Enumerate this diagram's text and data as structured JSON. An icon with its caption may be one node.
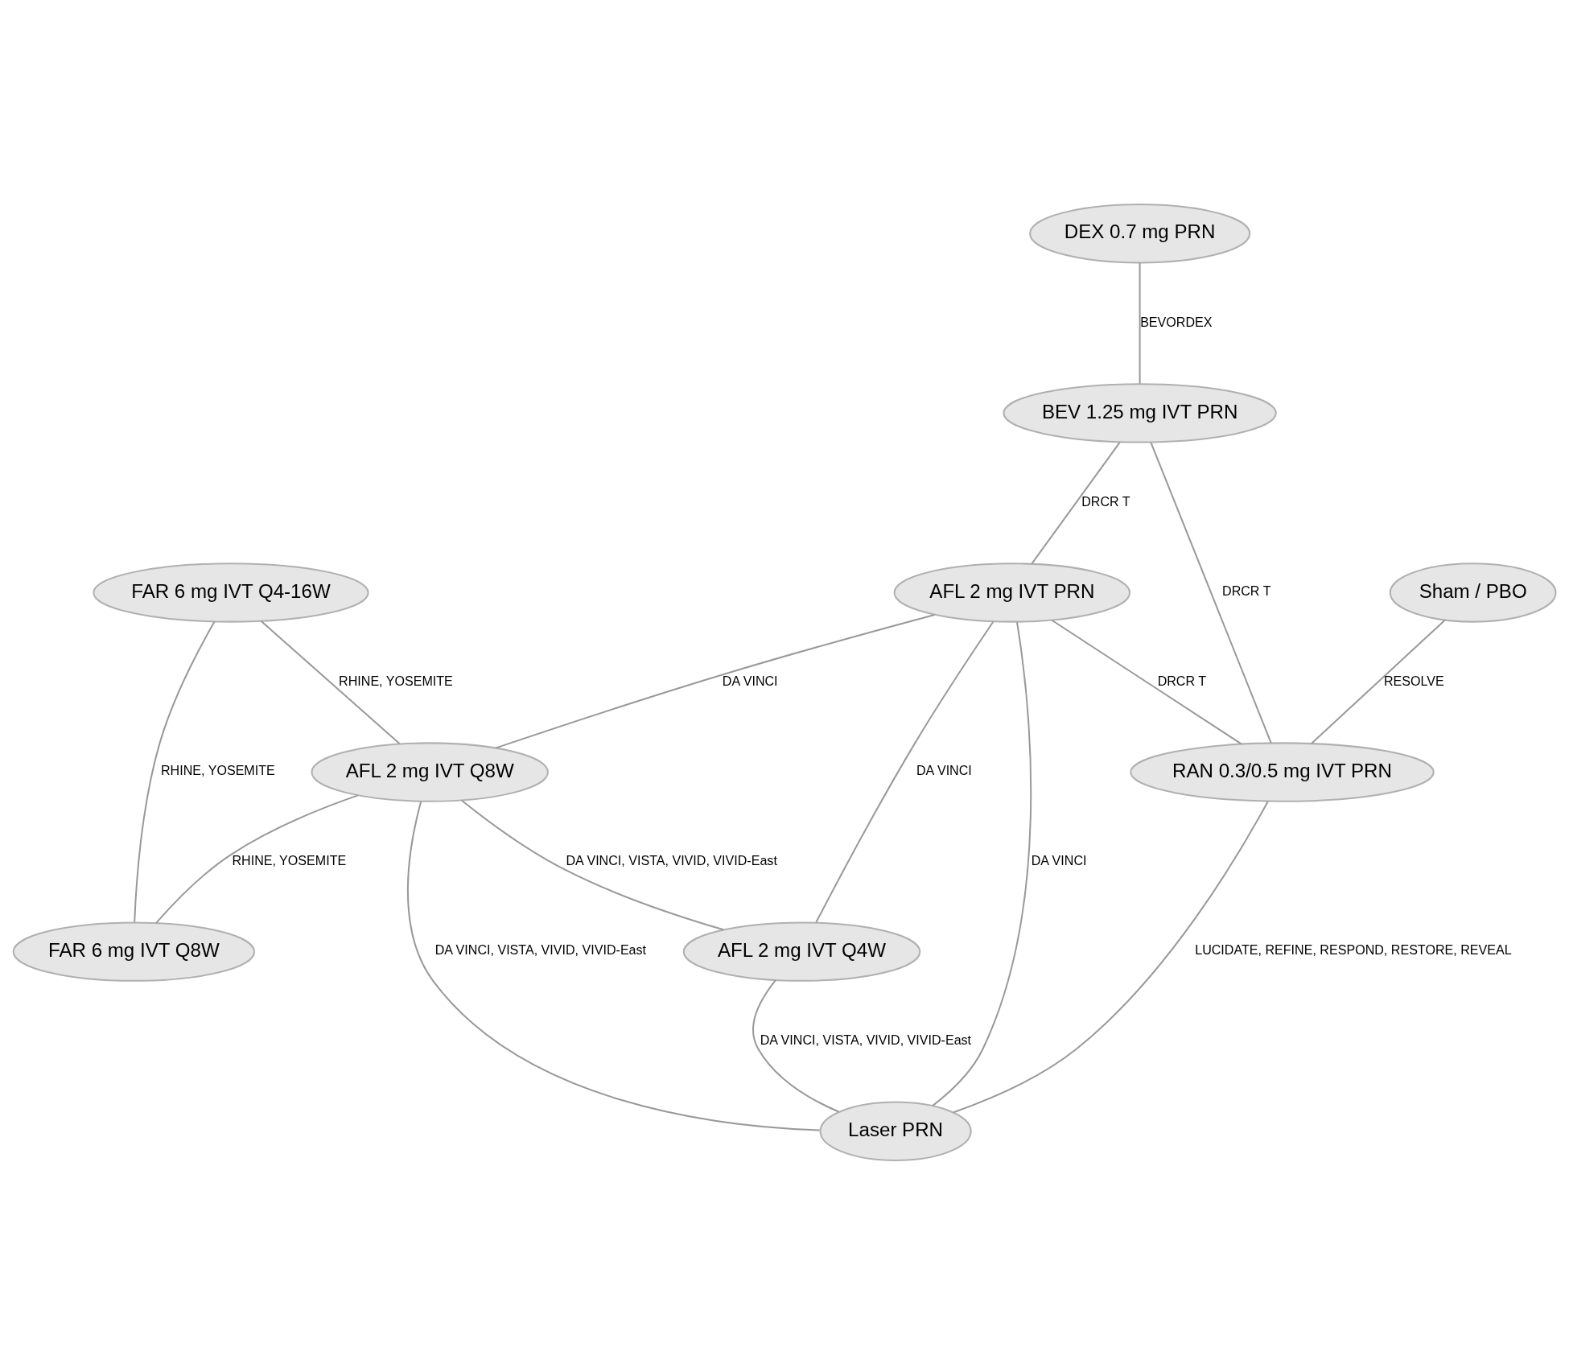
{
  "diagram": {
    "nodes": [
      {
        "text": [
          "DEX 0.7 mg PRN"
        ]
      },
      {
        "text": [
          "Sham / PBO"
        ]
      },
      {
        "text": [
          "BEV 1.25 mg IVT PRN"
        ]
      },
      {
        "text": [
          "AFL 2 mg IVT PRN"
        ]
      },
      {
        "text": [
          "FAR 6 mg IVT Q4-16W"
        ]
      },
      {
        "text": [
          "RAN 0.3/0.5 mg IVT PRN"
        ]
      },
      {
        "text": [
          "AFL 2 mg IVT Q8W"
        ]
      },
      {
        "text": [
          "AFL 2 mg IVT Q4W"
        ]
      },
      {
        "text": [
          "FAR 6 mg IVT Q8W"
        ]
      },
      {
        "text": [
          "Laser PRN"
        ]
      }
    ],
    "edges": [
      {
        "from": 0,
        "to": 2,
        "arrow": "none",
        "label": "BEVORDEX"
      },
      {
        "from": 1,
        "to": 5,
        "arrow": "none",
        "label": "RESOLVE"
      },
      {
        "from": 2,
        "to": 3,
        "arrow": "none",
        "label": "DRCR T"
      },
      {
        "from": 2,
        "to": 5,
        "arrow": "none",
        "label": "DRCR T"
      },
      {
        "from": 3,
        "to": 5,
        "arrow": "none",
        "label": "DRCR T"
      },
      {
        "from": 3,
        "to": 6,
        "arrow": "none",
        "label": "DA VINCI"
      },
      {
        "from": 3,
        "to": 7,
        "arrow": "none",
        "label": "DA VINCI"
      },
      {
        "from": 3,
        "to": 9,
        "arrow": "none",
        "label": "DA VINCI"
      },
      {
        "from": 4,
        "to": 6,
        "arrow": "none",
        "label": "RHINE, YOSEMITE"
      },
      {
        "from": 4,
        "to": 8,
        "arrow": "none",
        "label": "RHINE, YOSEMITE"
      },
      {
        "from": 6,
        "to": 8,
        "arrow": "none",
        "label": "RHINE, YOSEMITE"
      },
      {
        "from": 6,
        "to": 7,
        "arrow": "none",
        "label": "DA VINCI, VISTA, VIVID, VIVID-East"
      },
      {
        "from": 6,
        "to": 9,
        "arrow": "none",
        "label": "DA VINCI, VISTA, VIVID, VIVID-East"
      },
      {
        "from": 7,
        "to": 9,
        "arrow": "none",
        "label": "DA VINCI, VISTA, VIVID, VIVID-East"
      },
      {
        "from": 5,
        "to": 9,
        "arrow": "none",
        "label": "LUCIDATE, REFINE, RESPOND, RESTORE, REVEAL"
      }
    ]
  }
}
